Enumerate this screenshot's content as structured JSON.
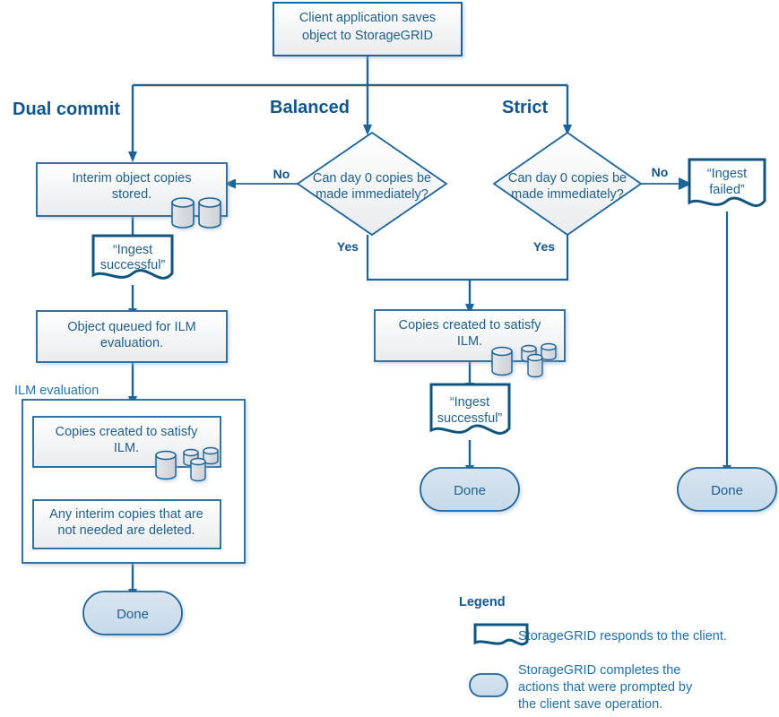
{
  "diagram": {
    "title": "StorageGRID ingest behavior flowchart",
    "colors": {
      "stroke": "#1a6499",
      "stroke_dark": "#0f5580",
      "text": "#1f5f8b",
      "label": "#10558d",
      "box_fill_top": "#ffffff",
      "box_fill_bottom": "#eceef0",
      "done_fill": "#cedfec",
      "cylinder_fill": "#d2d6da",
      "canvas": "#ffffff"
    },
    "start": {
      "label": "Client application saves object to StorageGRID"
    },
    "branches": [
      {
        "name": "dual-commit",
        "label": "Dual commit"
      },
      {
        "name": "balanced",
        "label": "Balanced"
      },
      {
        "name": "strict",
        "label": "Strict"
      }
    ],
    "decisions": [
      {
        "name": "balanced-decision",
        "label": "Can  day 0 copies be made immediately?"
      },
      {
        "name": "strict-decision",
        "label": "Can  day 0 copies be made immediately?"
      }
    ],
    "edge_labels": {
      "no_balanced": "No",
      "no_strict": "No",
      "yes_balanced": "Yes",
      "yes_strict": "Yes"
    },
    "nodes": {
      "interim_copies": "Interim object copies stored.",
      "ingest_successful_left": "“Ingest successful”",
      "object_queued": "Object queued for ILM evaluation.",
      "ilm_group_label": "ILM evaluation",
      "copies_created_left": "Copies created to satisfy ILM.",
      "interim_deleted": "Any interim copies that are not needed are deleted.",
      "copies_created_middle": "Copies created to satisfy ILM.",
      "ingest_successful_middle": "“Ingest successful”",
      "ingest_failed": "“Ingest failed”"
    },
    "terminators": [
      {
        "name": "done-left",
        "label": "Done"
      },
      {
        "name": "done-middle",
        "label": "Done"
      },
      {
        "name": "done-right",
        "label": "Done"
      }
    ],
    "legend": {
      "title": "Legend",
      "items": [
        {
          "shape": "document",
          "text": "StorageGRID responds to the client."
        },
        {
          "shape": "rounded",
          "text": "StorageGRID completes the actions that were prompted by the client save operation."
        }
      ]
    }
  }
}
